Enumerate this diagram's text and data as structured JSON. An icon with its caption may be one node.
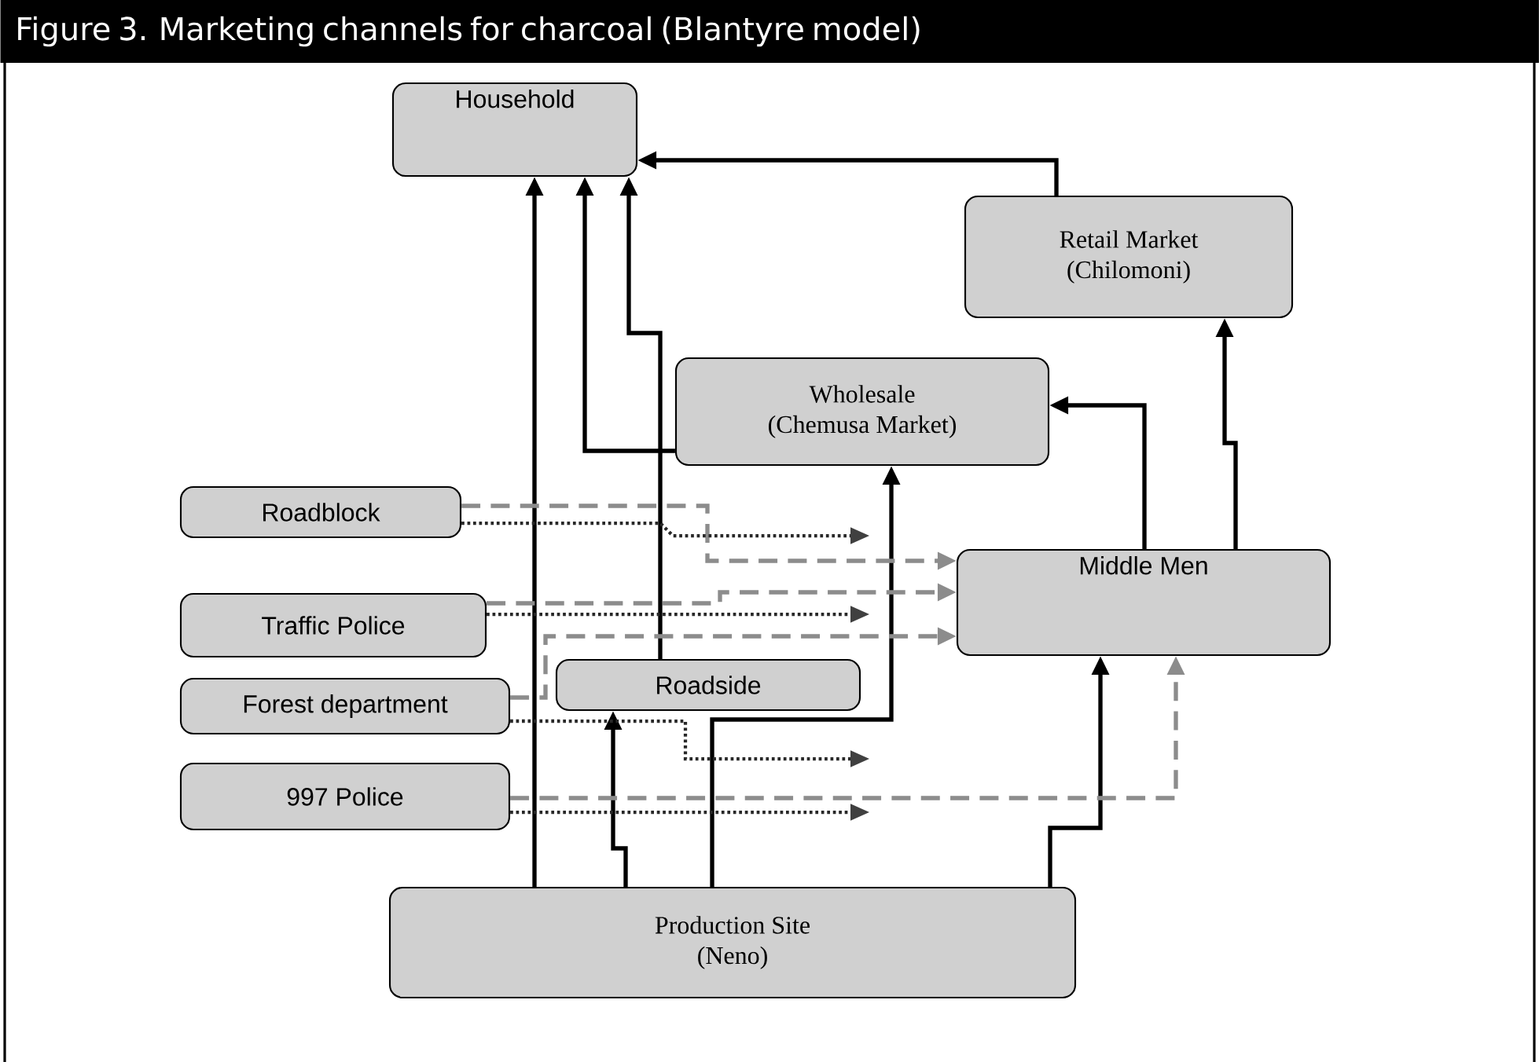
{
  "diagram": {
    "title": "Figure 3. Marketing channels for charcoal (Blantyre model)",
    "nodes": [
      {
        "text": [
          "Household"
        ]
      },
      {
        "text": [
          "Retail Market (Chilomoni)"
        ]
      },
      {
        "text": [
          "Wholesale (Chemusa Market)"
        ]
      },
      {
        "text": [
          "Roadblock"
        ]
      },
      {
        "text": [
          "Traffic Police"
        ]
      },
      {
        "text": [
          "Middle Men"
        ]
      },
      {
        "text": [
          "Roadside"
        ]
      },
      {
        "text": [
          "Forest department"
        ]
      },
      {
        "text": [
          "997 Police"
        ]
      },
      {
        "text": [
          "Production Site (Neno)"
        ]
      }
    ],
    "edges": [
      {
        "from": 1,
        "to": 0,
        "arrow": "to"
      },
      {
        "from": 9,
        "to": 0,
        "arrow": "to"
      },
      {
        "from": 2,
        "to": 0,
        "arrow": "to"
      },
      {
        "from": 6,
        "to": 0,
        "arrow": "to"
      },
      {
        "from": 9,
        "to": 2,
        "arrow": "to"
      },
      {
        "from": 9,
        "to": 6,
        "arrow": "to"
      },
      {
        "from": 9,
        "to": 5,
        "arrow": "to"
      },
      {
        "from": 5,
        "to": 2,
        "arrow": "to"
      },
      {
        "from": 5,
        "to": 1,
        "arrow": "to"
      },
      {
        "from": 3,
        "to": 5,
        "arrow": "to",
        "style": "dashed",
        "color": "#8c8c8c"
      },
      {
        "from": 3,
        "to": null,
        "arrow": "to",
        "style": "dashed"
      },
      {
        "from": 4,
        "to": 5,
        "arrow": "to",
        "style": "dashed",
        "color": "#8c8c8c"
      },
      {
        "from": 4,
        "to": null,
        "arrow": "to",
        "style": "dashed"
      },
      {
        "from": 7,
        "to": 5,
        "arrow": "to",
        "style": "dashed",
        "color": "#8c8c8c"
      },
      {
        "from": 7,
        "to": null,
        "arrow": "to",
        "style": "dashed"
      },
      {
        "from": 8,
        "to": 5,
        "arrow": "to",
        "style": "dashed",
        "color": "#8c8c8c"
      },
      {
        "from": 8,
        "to": null,
        "arrow": "to",
        "style": "dashed"
      }
    ]
  }
}
